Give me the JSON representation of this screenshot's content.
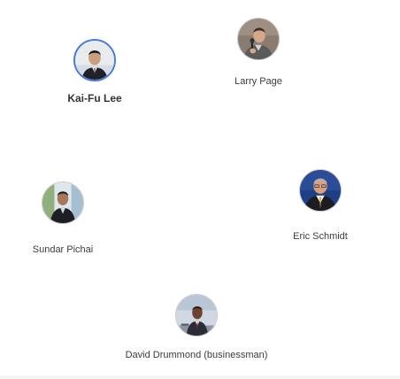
{
  "nodes": [
    {
      "id": "kai-fu-lee",
      "name": "Kai-Fu Lee",
      "selected": true,
      "avatar": "person-photo-dark-suit"
    },
    {
      "id": "larry-page",
      "name": "Larry Page",
      "selected": false,
      "avatar": "person-photo-microphone"
    },
    {
      "id": "eric-schmidt",
      "name": "Eric Schmidt",
      "selected": false,
      "avatar": "person-photo-blue-background"
    },
    {
      "id": "sundar-pichai",
      "name": "Sundar Pichai",
      "selected": false,
      "avatar": "person-photo-dark-jacket"
    },
    {
      "id": "david-drummond",
      "name": "David Drummond (businessman)",
      "selected": false,
      "avatar": "person-photo-stage"
    }
  ],
  "colors": {
    "selected_ring": "#4a7bd8",
    "label_text": "#3c3c3c"
  }
}
